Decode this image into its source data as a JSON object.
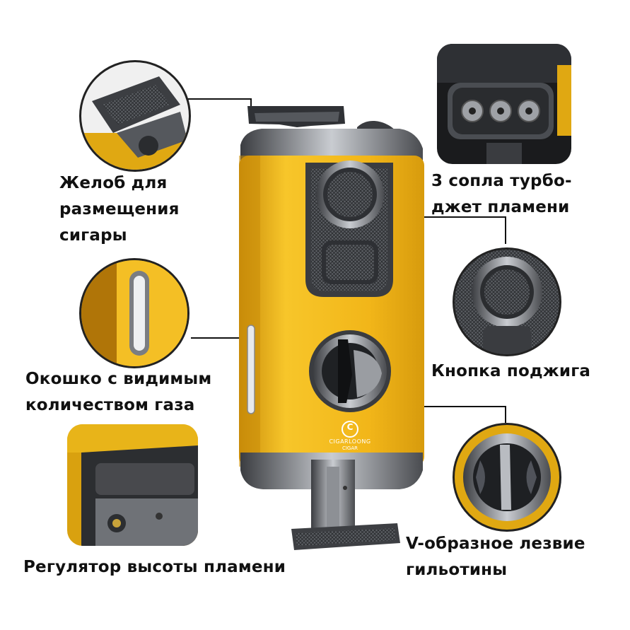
{
  "labels": {
    "cigar_rest": "Желоб для\nразмещения\nсигары",
    "nozzles": "3 сопла турбо-\nджет пламени",
    "ignition": "Кнопка поджига",
    "gas_window": "Окошко с видимым\nколичеством газа",
    "flame_adjust": "Регулятор высоты пламени",
    "blade": "V-образное лезвие\nгильотины"
  },
  "brand": {
    "logo_letter": "C",
    "name": "CIGARLOONG",
    "sub": "CIGAR"
  },
  "colors": {
    "body_yellow": "#f2b619",
    "body_shadow": "#c98c0a",
    "metal": "#6b6e73",
    "callout_line": "#111111"
  }
}
